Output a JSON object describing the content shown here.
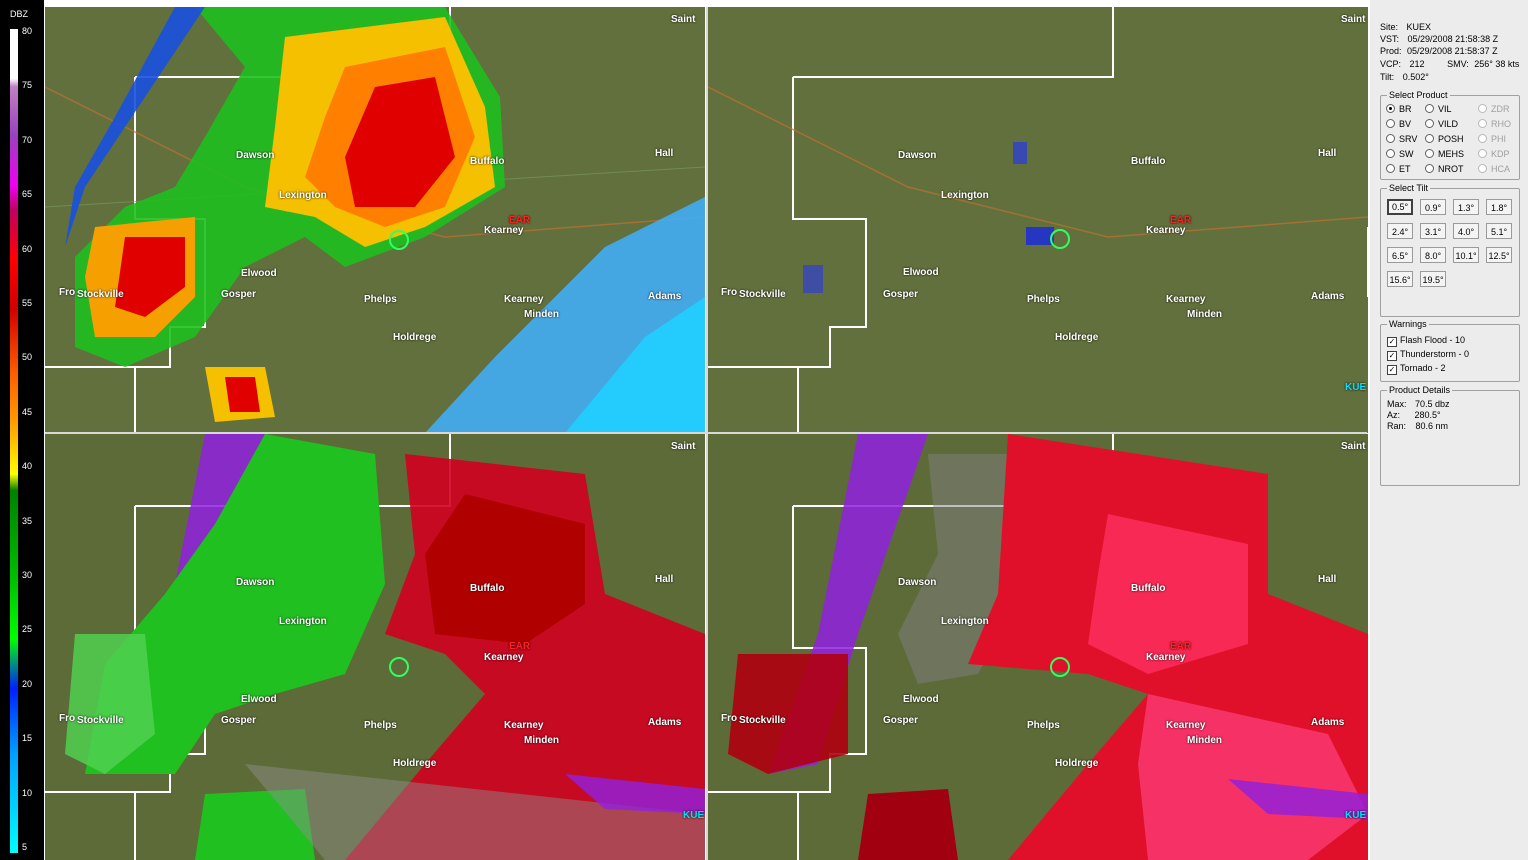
{
  "legend": {
    "unit": "DBZ",
    "ticks": [
      "80",
      "75",
      "70",
      "65",
      "60",
      "55",
      "50",
      "45",
      "40",
      "35",
      "30",
      "25",
      "20",
      "15",
      "10",
      "5"
    ]
  },
  "map": {
    "cities": {
      "saint": "Saint",
      "dawson": "Dawson",
      "buffalo": "Buffalo",
      "hall": "Hall",
      "lexington": "Lexington",
      "ear": "EAR",
      "kearney_city": "Kearney",
      "elwood": "Elwood",
      "frontier": "Fro",
      "stockville": "Stockville",
      "gosper": "Gosper",
      "phelps": "Phelps",
      "kearney_county": "Kearney",
      "minden": "Minden",
      "adams": "Adams",
      "holdrege": "Holdrege",
      "kuex": "KUE"
    }
  },
  "info": {
    "site": {
      "label": "Site:",
      "value": "KUEX"
    },
    "vst": {
      "label": "VST:",
      "value": "05/29/2008  21:58:38 Z"
    },
    "prod": {
      "label": "Prod:",
      "value": "05/29/2008  21:58:37 Z"
    },
    "vcp": {
      "label": "VCP:",
      "value": "212"
    },
    "smv": {
      "label": "SMV:",
      "value": "256° 38 kts"
    },
    "tilt": {
      "label": "Tilt:",
      "value": "0.502°"
    }
  },
  "select_product": {
    "title": "Select Product",
    "col1": [
      "BR",
      "BV",
      "SRV",
      "SW",
      "ET"
    ],
    "col2": [
      "VIL",
      "VILD",
      "POSH",
      "MEHS",
      "NROT"
    ],
    "col3": [
      "ZDR",
      "RHO",
      "PHI",
      "KDP",
      "HCA"
    ],
    "selected": "BR"
  },
  "select_tilt": {
    "title": "Select Tilt",
    "tilts": [
      "0.5°",
      "0.9°",
      "1.3°",
      "1.8°",
      "2.4°",
      "3.1°",
      "4.0°",
      "5.1°",
      "6.5°",
      "8.0°",
      "10.1°",
      "12.5°",
      "15.6°",
      "19.5°"
    ],
    "active": "0.5°"
  },
  "warnings": {
    "title": "Warnings",
    "items": [
      "Flash Flood - 10",
      "Thunderstorm - 0",
      "Tornado - 2"
    ]
  },
  "product_details": {
    "title": "Product Details",
    "max": {
      "label": "Max:",
      "value": "70.5 dbz"
    },
    "az": {
      "label": "Az:",
      "value": "280.5°"
    },
    "ran": {
      "label": "Ran:",
      "value": "80.6 nm"
    }
  },
  "colors": {
    "terrain": "#5d6b38",
    "county_line": "#ffffff",
    "reflectivity_high": "#d80000",
    "reflectivity_mid": "#f0a000",
    "velocity_inbound": "#1fbf1f",
    "velocity_outbound": "#d00020"
  }
}
